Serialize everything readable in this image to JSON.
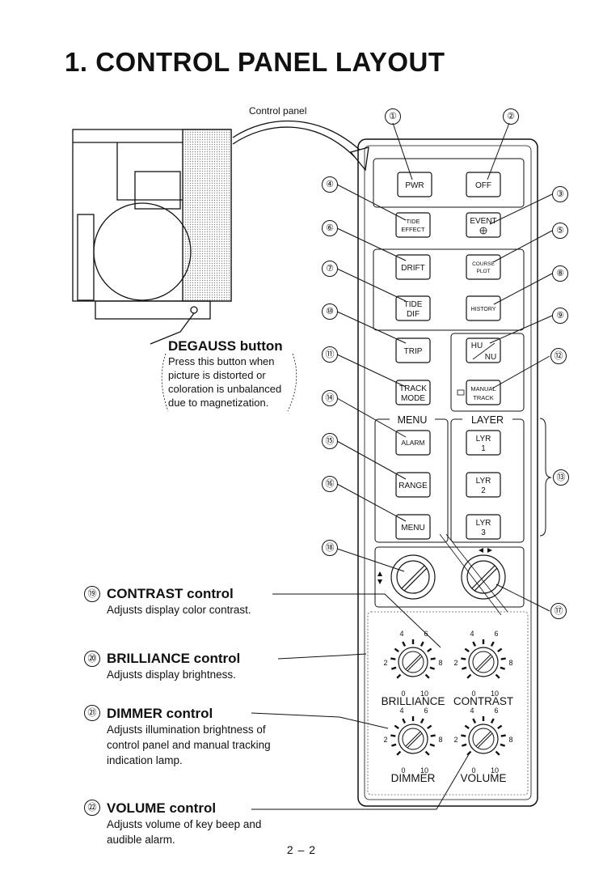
{
  "title": "1. CONTROL PANEL LAYOUT",
  "control_panel_label": "Control panel",
  "degauss": {
    "title": "DEGAUSS button",
    "description_lines": [
      "Press this button when",
      "picture is distorted or",
      "coloration is unbalanced",
      "due to magnetization."
    ]
  },
  "keys": {
    "pwr": "PWR",
    "off": "OFF",
    "tide_effect": [
      "TIDE",
      "EFFECT"
    ],
    "event": "EVENT",
    "drift": "DRIFT",
    "course_plot": [
      "COURSE",
      "PLOT"
    ],
    "tide_dif": [
      "TIDE",
      "DIF"
    ],
    "history": "HISTORY",
    "trip": "TRIP",
    "hu": "HU",
    "nu": "NU",
    "track_mode": [
      "TRACK",
      "MODE"
    ],
    "manual_track": [
      "MANUAL",
      "TRACK"
    ],
    "alarm": "ALARM",
    "range": "RANGE",
    "menu_key": "MENU",
    "lyr1": [
      "LYR",
      "1"
    ],
    "lyr2": [
      "LYR",
      "2"
    ],
    "lyr3": [
      "LYR",
      "3"
    ]
  },
  "groups": {
    "menu": "MENU",
    "layer": "LAYER"
  },
  "callouts": [
    "①",
    "②",
    "③",
    "④",
    "⑤",
    "⑥",
    "⑦",
    "⑧",
    "⑨",
    "⑩",
    "⑪",
    "⑫",
    "⑬",
    "⑭",
    "⑮",
    "⑯",
    "⑰",
    "⑱"
  ],
  "knob_scale": {
    "n0": "0",
    "n2": "2",
    "n4": "4",
    "n6": "6",
    "n8": "8",
    "n10": "10"
  },
  "knob_labels": {
    "brilliance": "BRILLIANCE",
    "contrast": "CONTRAST",
    "dimmer": "DIMMER",
    "volume": "VOLUME"
  },
  "controls": [
    {
      "num": "⑲",
      "title": "CONTRAST control",
      "lines": [
        "Adjusts display color contrast."
      ]
    },
    {
      "num": "⑳",
      "title": "BRILLIANCE control",
      "lines": [
        "Adjusts display brightness."
      ]
    },
    {
      "num": "㉑",
      "title": "DIMMER control",
      "lines": [
        "Adjusts illumination brightness of",
        "control panel and manual tracking",
        "indication lamp."
      ]
    },
    {
      "num": "㉒",
      "title": "VOLUME control",
      "lines": [
        "Adjusts volume of key beep and",
        "audible alarm."
      ]
    }
  ],
  "page_number": "2 – 2"
}
